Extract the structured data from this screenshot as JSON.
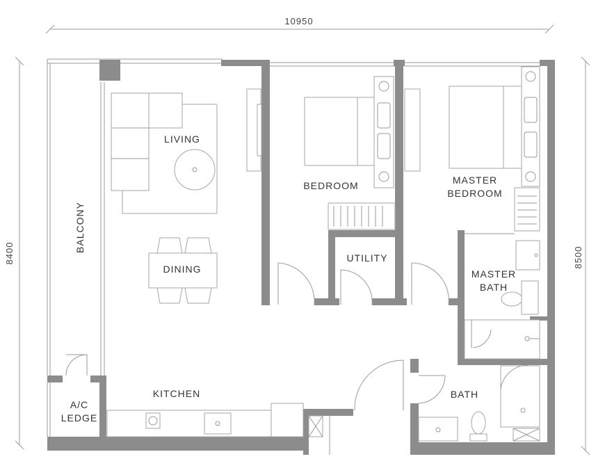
{
  "dimensions": {
    "top": "10950",
    "left": "8400",
    "right": "8500"
  },
  "rooms": {
    "living": "LIVING",
    "dining": "DINING",
    "balcony": "BALCONY",
    "bedroom": "BEDROOM",
    "master_bedroom": [
      "MASTER",
      "BEDROOM"
    ],
    "utility": "UTILITY",
    "master_bath": [
      "MASTER",
      "BATH"
    ],
    "kitchen": "KITCHEN",
    "bath": "BATH",
    "ac_ledge": [
      "A/C",
      "LEDGE"
    ]
  },
  "colors": {
    "wall": "#8c8c8c",
    "line": "#9a9a9a",
    "text": "#333333"
  }
}
